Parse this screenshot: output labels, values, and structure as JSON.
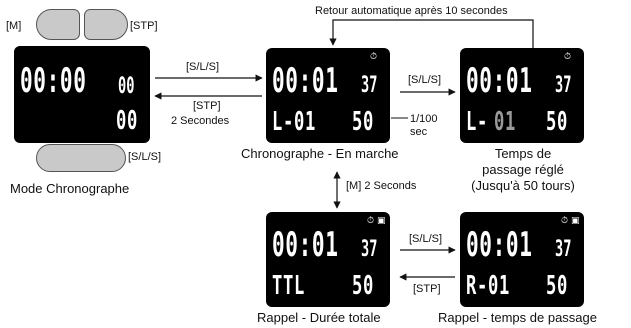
{
  "buttons": {
    "m": "[M]",
    "stp": "[STP]",
    "sls": "[S/L/S]"
  },
  "arrows": {
    "auto_return": "Retour automatique après 10 secondes",
    "sls_1": "[S/L/S]",
    "stp_2s_top": "[STP]",
    "stp_2s_bottom": "2 Secondes",
    "sls_2": "[S/L/S]",
    "unit_top": "1/100",
    "unit_bottom": "sec",
    "m_2s": "[M] 2 Seconds",
    "sls_3": "[S/L/S]",
    "stp_3": "[STP]"
  },
  "screens": {
    "mode": {
      "main": "00:00",
      "small": "00",
      "bottom": "00"
    },
    "running": {
      "main": "00:01",
      "small": "37",
      "bottom_left": "L-01",
      "bottom_right": "50"
    },
    "lap": {
      "main": "00:01",
      "small": "37",
      "bottom_prefix": "L-",
      "bottom_num": "01",
      "bottom_right": "50"
    },
    "total": {
      "main": "00:01",
      "small": "37",
      "bottom_left": "TTL",
      "bottom_right": "50"
    },
    "recall": {
      "main": "00:01",
      "small": "37",
      "bottom_left": "R-01",
      "bottom_right": "50"
    }
  },
  "captions": {
    "mode": "Mode Chronographe",
    "running": "Chronographe - En marche",
    "lap_1": "Temps de",
    "lap_2": "passage réglé",
    "lap_3": "(Jusqu'à 50 tours)",
    "total": "Rappel - Durée totale",
    "recall": "Rappel - temps de passage"
  },
  "icons": [
    "stopwatch-icon",
    "memory-icon"
  ]
}
